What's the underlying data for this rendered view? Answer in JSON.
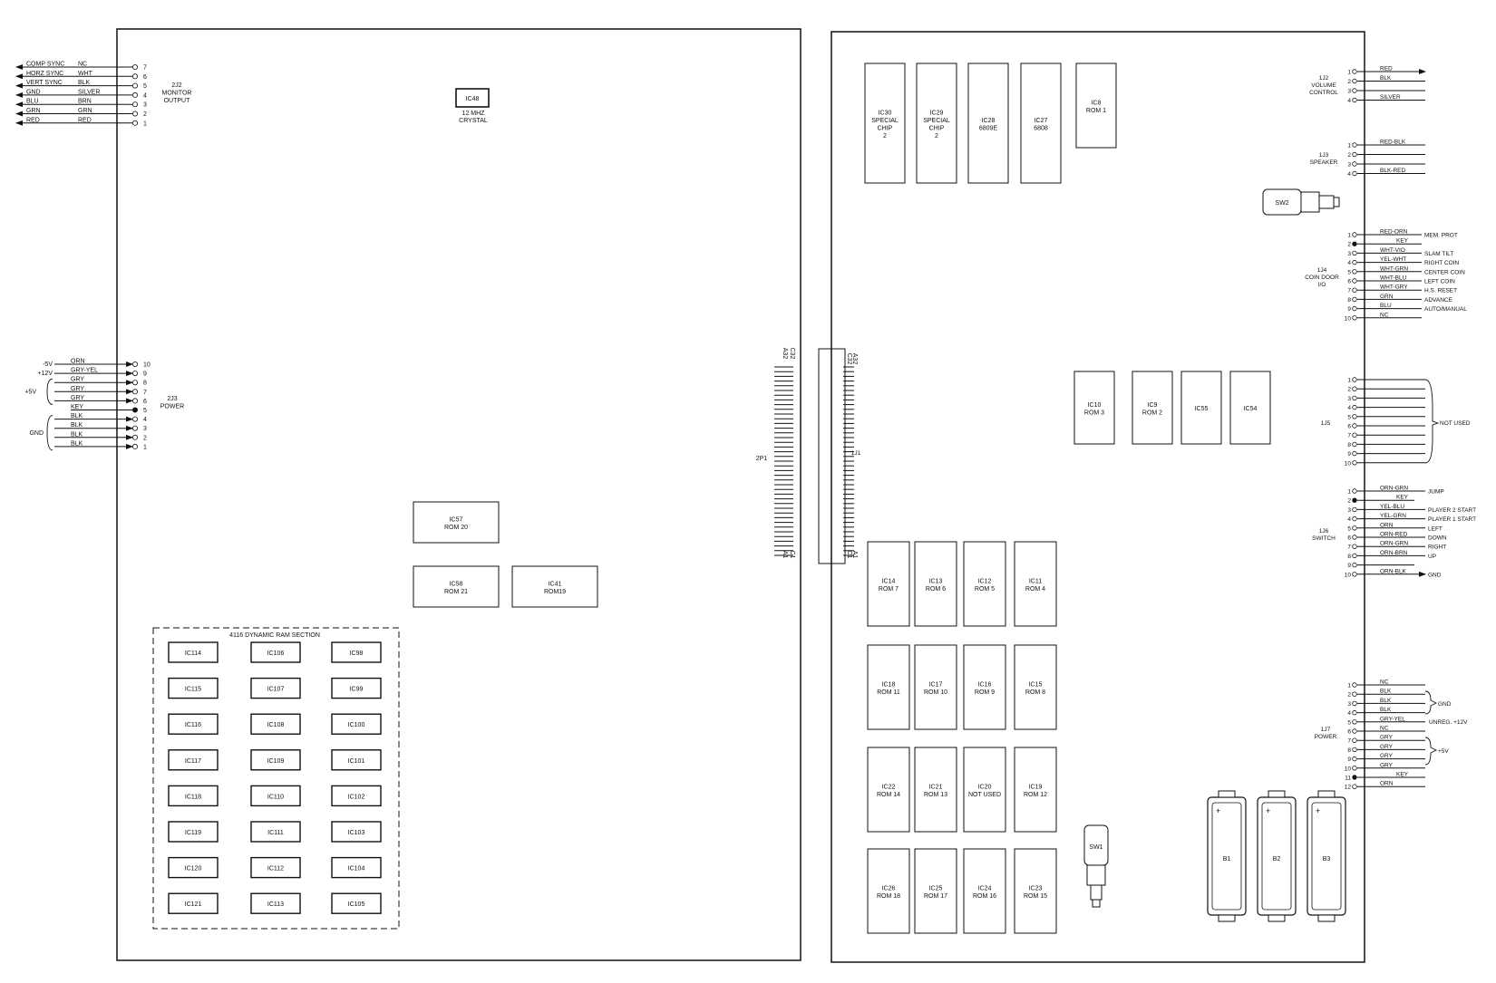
{
  "monitor": {
    "title": [
      "2J2",
      "MONITOR",
      "OUTPUT"
    ],
    "pins": [
      {
        "signal": "COMP SYNC",
        "wire": "NC",
        "pin": "7"
      },
      {
        "signal": "HORZ SYNC",
        "wire": "WHT",
        "pin": "6"
      },
      {
        "signal": "VERT SYNC",
        "wire": "BLK",
        "pin": "5"
      },
      {
        "signal": "GND",
        "wire": "SILVER",
        "pin": "4"
      },
      {
        "signal": "BLU",
        "wire": "BRN",
        "pin": "3"
      },
      {
        "signal": "GRN",
        "wire": "GRN",
        "pin": "2"
      },
      {
        "signal": "RED",
        "wire": "RED",
        "pin": "1"
      }
    ]
  },
  "power_2j3": {
    "title": [
      "2J3",
      "POWER"
    ],
    "labels": {
      "m5v": "-5V",
      "p12v": "+12V",
      "p5v": "+5V",
      "gnd": "GND"
    },
    "pins": [
      {
        "wire": "ORN",
        "pin": "10"
      },
      {
        "wire": "GRY-YEL",
        "pin": "9"
      },
      {
        "wire": "GRY",
        "pin": "8"
      },
      {
        "wire": "GRY",
        "pin": "7"
      },
      {
        "wire": "GRY",
        "pin": "6"
      },
      {
        "wire": "KEY",
        "pin": "5"
      },
      {
        "wire": "BLK",
        "pin": "4"
      },
      {
        "wire": "BLK",
        "pin": "3"
      },
      {
        "wire": "BLK",
        "pin": "2"
      },
      {
        "wire": "BLK",
        "pin": "1"
      }
    ]
  },
  "crystal": {
    "id": "IC48",
    "label": [
      "12 MHZ",
      "CRYSTAL"
    ]
  },
  "left_chips": [
    {
      "id": "IC57",
      "label": [
        "IC57",
        "ROM 20"
      ]
    },
    {
      "id": "IC58",
      "label": [
        "IC58",
        "ROM 21"
      ]
    },
    {
      "id": "IC41",
      "label": [
        "IC41",
        "ROM19"
      ]
    }
  ],
  "ram": {
    "title": "4116 DYNAMIC RAM SECTION",
    "chips": [
      "IC114",
      "IC106",
      "IC98",
      "IC115",
      "IC107",
      "IC99",
      "IC116",
      "IC108",
      "IC100",
      "IC117",
      "IC109",
      "IC101",
      "IC118",
      "IC110",
      "IC102",
      "IC119",
      "IC111",
      "IC103",
      "IC120",
      "IC112",
      "IC104",
      "IC121",
      "IC113",
      "IC105"
    ]
  },
  "edge_connector": {
    "label": "2P1",
    "top": [
      "A32",
      "C32"
    ],
    "bottom": [
      "A1",
      "C1"
    ],
    "right_top": [
      "C32",
      "A32"
    ],
    "right_bottom": [
      "C1",
      "A1"
    ],
    "right_label": "1J1"
  },
  "right_chips_top": [
    {
      "id": "IC30",
      "label": [
        "IC30",
        "SPECIAL",
        "CHIP",
        "2"
      ]
    },
    {
      "id": "IC29",
      "label": [
        "IC29",
        "SPECIAL",
        "CHIP",
        "2"
      ]
    },
    {
      "id": "IC28",
      "label": [
        "IC28",
        "6809E"
      ]
    },
    {
      "id": "IC27",
      "label": [
        "IC27",
        "6808"
      ]
    },
    {
      "id": "IC8",
      "label": [
        "IC8",
        "ROM 1"
      ]
    }
  ],
  "right_chips_mid": [
    {
      "id": "IC10",
      "label": [
        "IC10",
        "ROM 3"
      ]
    },
    {
      "id": "IC9",
      "label": [
        "IC9",
        "ROM 2"
      ]
    },
    {
      "id": "IC55",
      "label": [
        "IC55"
      ]
    },
    {
      "id": "IC54",
      "label": [
        "IC54"
      ]
    }
  ],
  "right_chips_grid": [
    [
      [
        "IC14",
        "ROM 7"
      ],
      [
        "IC13",
        "ROM 6"
      ],
      [
        "IC12",
        "ROM 5"
      ],
      [
        "IC11",
        "ROM 4"
      ]
    ],
    [
      [
        "IC18",
        "ROM 11"
      ],
      [
        "IC17",
        "ROM 10"
      ],
      [
        "IC16",
        "ROM 9"
      ],
      [
        "IC15",
        "ROM 8"
      ]
    ],
    [
      [
        "IC22",
        "ROM 14"
      ],
      [
        "IC21",
        "ROM 13"
      ],
      [
        "IC20",
        "NOT USED"
      ],
      [
        "IC19",
        "ROM 12"
      ]
    ],
    [
      [
        "IC26",
        "ROM 18"
      ],
      [
        "IC25",
        "ROM 17"
      ],
      [
        "IC24",
        "ROM 16"
      ],
      [
        "IC23",
        "ROM 15"
      ]
    ]
  ],
  "switches": {
    "sw1": "SW1",
    "sw2": "SW2"
  },
  "batteries": [
    "B1",
    "B2",
    "B3"
  ],
  "j2": {
    "title": [
      "1J2",
      "VOLUME",
      "CONTROL"
    ],
    "pins": [
      {
        "pin": "1",
        "wire": "RED"
      },
      {
        "pin": "2",
        "wire": "BLK"
      },
      {
        "pin": "3",
        "wire": ""
      },
      {
        "pin": "4",
        "wire": "SILVER"
      }
    ]
  },
  "j3": {
    "title": [
      "1J3",
      "SPEAKER"
    ],
    "pins": [
      {
        "pin": "1",
        "wire": "RED-BLK"
      },
      {
        "pin": "2",
        "wire": ""
      },
      {
        "pin": "3",
        "wire": ""
      },
      {
        "pin": "4",
        "wire": "BLK-RED"
      }
    ]
  },
  "j4": {
    "title": [
      "1J4",
      "COIN DOOR",
      "I/O"
    ],
    "pins": [
      {
        "pin": "1",
        "wire": "RED-ORN",
        "fn": "MEM. PROT"
      },
      {
        "pin": "2",
        "wire": "KEY",
        "fn": ""
      },
      {
        "pin": "3",
        "wire": "WHT-VIO",
        "fn": "SLAM TILT"
      },
      {
        "pin": "4",
        "wire": "YEL-WHT",
        "fn": "RIGHT COIN"
      },
      {
        "pin": "5",
        "wire": "WHT-GRN",
        "fn": "CENTER COIN"
      },
      {
        "pin": "6",
        "wire": "WHT-BLU",
        "fn": "LEFT COIN"
      },
      {
        "pin": "7",
        "wire": "WHT-GRY",
        "fn": "H.S. RESET"
      },
      {
        "pin": "8",
        "wire": "GRN",
        "fn": "ADVANCE"
      },
      {
        "pin": "9",
        "wire": "BLU",
        "fn": "AUTO/MANUAL"
      },
      {
        "pin": "10",
        "wire": "NC",
        "fn": ""
      }
    ]
  },
  "j5": {
    "title": [
      "1J5"
    ],
    "note": "NOT USED",
    "pins": [
      "1",
      "2",
      "3",
      "4",
      "5",
      "6",
      "7",
      "8",
      "9",
      "10"
    ]
  },
  "j6": {
    "title": [
      "1J6",
      "SWITCH"
    ],
    "pins": [
      {
        "pin": "1",
        "wire": "ORN-GRN",
        "fn": "JUMP"
      },
      {
        "pin": "2",
        "wire": "KEY",
        "fn": ""
      },
      {
        "pin": "3",
        "wire": "YEL-BLU",
        "fn": "PLAYER 2 START"
      },
      {
        "pin": "4",
        "wire": "YEL-GRN",
        "fn": "PLAYER 1 START"
      },
      {
        "pin": "5",
        "wire": "ORN",
        "fn": "LEFT"
      },
      {
        "pin": "6",
        "wire": "ORN-RED",
        "fn": "DOWN"
      },
      {
        "pin": "7",
        "wire": "ORN-GRN",
        "fn": "RIGHT"
      },
      {
        "pin": "8",
        "wire": "ORN-BRN",
        "fn": "UP"
      },
      {
        "pin": "9",
        "wire": "",
        "fn": ""
      },
      {
        "pin": "10",
        "wire": "ORN-BLK",
        "fn": "GND"
      }
    ]
  },
  "j7": {
    "title": [
      "1J7",
      "POWER"
    ],
    "labels": {
      "gnd": "GND",
      "unreg": "UNREG. +12V",
      "p5v": "+5V"
    },
    "pins": [
      {
        "pin": "1",
        "wire": "NC"
      },
      {
        "pin": "2",
        "wire": "BLK"
      },
      {
        "pin": "3",
        "wire": "BLK"
      },
      {
        "pin": "4",
        "wire": "BLK"
      },
      {
        "pin": "5",
        "wire": "GRY-YEL"
      },
      {
        "pin": "6",
        "wire": "NC"
      },
      {
        "pin": "7",
        "wire": "GRY"
      },
      {
        "pin": "8",
        "wire": "GRY"
      },
      {
        "pin": "9",
        "wire": "GRY"
      },
      {
        "pin": "10",
        "wire": "GRY"
      },
      {
        "pin": "11",
        "wire": "KEY"
      },
      {
        "pin": "12",
        "wire": "ORN"
      }
    ]
  }
}
